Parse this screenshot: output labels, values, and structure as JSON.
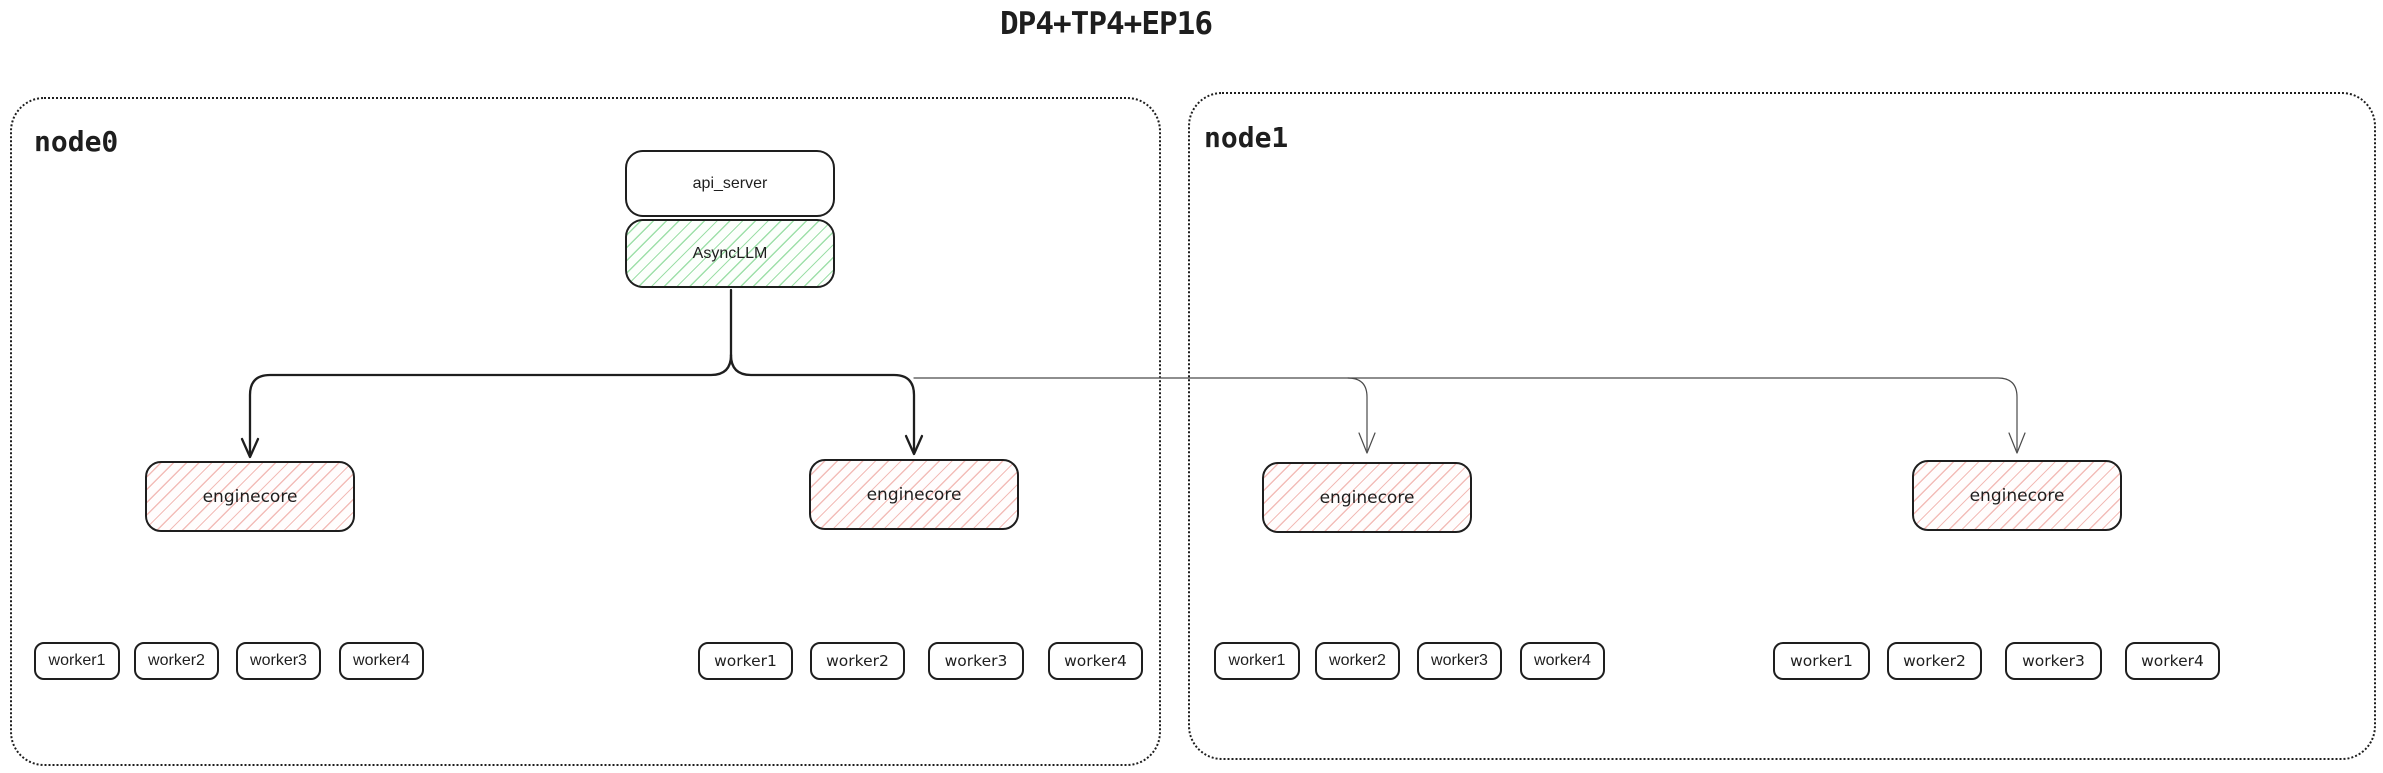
{
  "title": "DP4+TP4+EP16",
  "nodes": [
    {
      "label": "node0",
      "api_server_label": "api_server",
      "asyncllm_label": "AsyncLLM",
      "enginecores": [
        {
          "label": "enginecore",
          "workers": [
            "worker1",
            "worker2",
            "worker3",
            "worker4"
          ]
        },
        {
          "label": "enginecore",
          "workers": [
            "worker1",
            "worker2",
            "worker3",
            "worker4"
          ]
        }
      ]
    },
    {
      "label": "node1",
      "enginecores": [
        {
          "label": "enginecore",
          "workers": [
            "worker1",
            "worker2",
            "worker3",
            "worker4"
          ]
        },
        {
          "label": "enginecore",
          "workers": [
            "worker1",
            "worker2",
            "worker3",
            "worker4"
          ]
        }
      ]
    }
  ],
  "colors": {
    "ink": "#1e1e1e",
    "green_hatch": "#40c057",
    "red_hatch": "#e05c51",
    "thin_connector": "#4a4a4a",
    "background": "#ffffff"
  }
}
